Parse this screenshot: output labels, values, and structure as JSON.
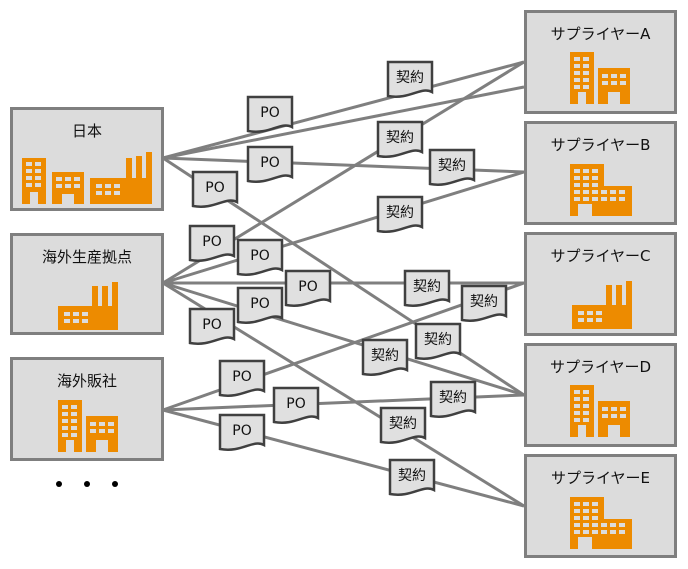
{
  "diagram": {
    "colors": {
      "node_fill": "#dcdcdc",
      "node_border": "#7f7f7f",
      "line": "#7f7f7f",
      "doc_fill": "#e0e0e0",
      "doc_border": "#404040",
      "icon": "#ed8b00"
    },
    "buyers": [
      {
        "id": "japan",
        "label": "日本",
        "icons": [
          "office-building-tall-icon",
          "office-building-short-icon",
          "factory-icon"
        ]
      },
      {
        "id": "overseas-production",
        "label": "海外生産拠点",
        "icons": [
          "factory-icon"
        ]
      },
      {
        "id": "overseas-sales",
        "label": "海外販社",
        "icons": [
          "office-building-tall-icon",
          "office-building-short-icon"
        ]
      }
    ],
    "ellipsis": "・・・",
    "suppliers": [
      {
        "id": "A",
        "label": "サプライヤーA",
        "icons": [
          "office-building-tall-icon",
          "office-building-short-icon"
        ]
      },
      {
        "id": "B",
        "label": "サプライヤーB",
        "icons": [
          "office-complex-icon"
        ]
      },
      {
        "id": "C",
        "label": "サプライヤーC",
        "icons": [
          "factory-icon"
        ]
      },
      {
        "id": "D",
        "label": "サプライヤーD",
        "icons": [
          "office-building-tall-icon",
          "office-building-short-icon"
        ]
      },
      {
        "id": "E",
        "label": "サプライヤーE",
        "icons": [
          "office-complex-icon"
        ]
      }
    ],
    "document_labels": {
      "po": "PO",
      "contract": "契約"
    },
    "connections": [
      {
        "from": "japan",
        "to": "A",
        "po": true,
        "contract": true
      },
      {
        "from": "japan",
        "to": "A",
        "po": false,
        "contract": false
      },
      {
        "from": "japan",
        "to": "B",
        "po": true,
        "contract": true
      },
      {
        "from": "japan",
        "to": "D",
        "po": true,
        "contract": true
      },
      {
        "from": "overseas-production",
        "to": "A",
        "po": true,
        "contract": true
      },
      {
        "from": "overseas-production",
        "to": "B",
        "po": true,
        "contract": true
      },
      {
        "from": "overseas-production",
        "to": "C",
        "po": true,
        "contract": true
      },
      {
        "from": "overseas-production",
        "to": "D",
        "po": true,
        "contract": true
      },
      {
        "from": "overseas-production",
        "to": "E",
        "po": true,
        "contract": true
      },
      {
        "from": "overseas-sales",
        "to": "C",
        "po": true,
        "contract": true
      },
      {
        "from": "overseas-sales",
        "to": "D",
        "po": true,
        "contract": true
      },
      {
        "from": "overseas-sales",
        "to": "E",
        "po": true,
        "contract": true
      }
    ]
  }
}
